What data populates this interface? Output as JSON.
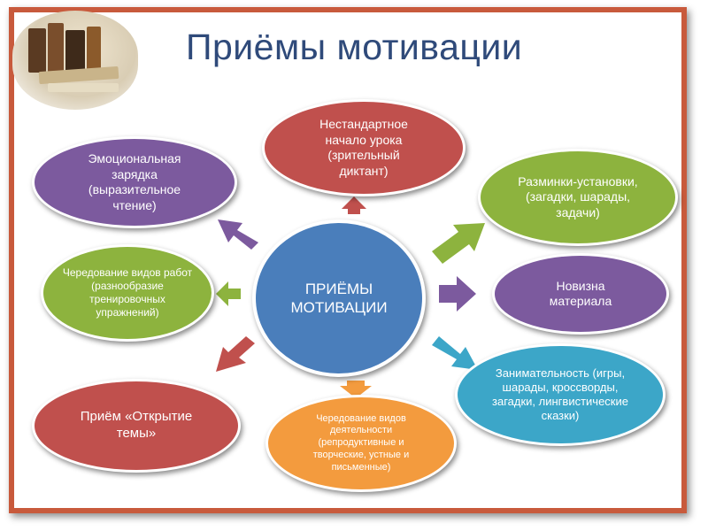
{
  "slide": {
    "title": "Приёмы мотивации"
  },
  "center": {
    "label": "ПРИЁМЫ МОТИВАЦИИ",
    "color": "#4a7ebb"
  },
  "nodes": [
    {
      "id": "nonstandard-start",
      "label": "Нестандартное начало урока (зрительный диктант)",
      "color": "#c0504d"
    },
    {
      "id": "warmups",
      "label": "Разминки-установки, (загадки, шарады, задачи)",
      "color": "#8db33e"
    },
    {
      "id": "novelty",
      "label": "Новизна материала",
      "color": "#7c5a9e"
    },
    {
      "id": "entertainment",
      "label": "Занимательность (игры, шарады, кроссворды, загадки, лингвистические сказки)",
      "color": "#3ca6c8"
    },
    {
      "id": "activity-alternation",
      "label": "Чередование видов деятельности (репродуктивные и творческие, устные и письменные)",
      "color": "#f39b3e"
    },
    {
      "id": "topic-discovery",
      "label": "Приём «Открытие темы»",
      "color": "#c0504d"
    },
    {
      "id": "work-alternation",
      "label": "Чередование видов работ (разнообразие тренировочных упражнений)",
      "color": "#8db33e"
    },
    {
      "id": "emotional-charge",
      "label": "Эмоциональная зарядка (выразительное чтение)",
      "color": "#7c5a9e"
    }
  ],
  "colors": {
    "frame": "#c85a3c",
    "title": "#2f4a7a"
  }
}
